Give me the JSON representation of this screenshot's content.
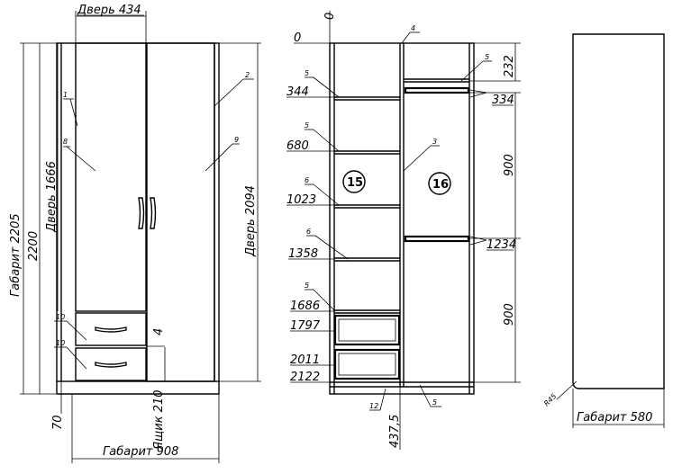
{
  "front": {
    "door_width_label": "Дверь 434",
    "overall_height_label": "Габарит 2205",
    "height_2200": "2200",
    "door_height_label": "Дверь 1666",
    "door_height_right_label": "Дверь 2094",
    "overall_width_label": "Габарит 908",
    "drawer_label": "Ящик 210",
    "gap_4": "4",
    "plinth_70": "70",
    "callouts": [
      "1",
      "2",
      "8",
      "9",
      "10",
      "10"
    ]
  },
  "side": {
    "zero_top": "0",
    "zero_left": "0",
    "left_marks": [
      "344",
      "680",
      "1023",
      "1358",
      "1686",
      "1797",
      "2011",
      "2122"
    ],
    "right_marks": [
      "232",
      "334",
      "900",
      "1234",
      "900"
    ],
    "bottom_dim": "437,5",
    "section_left": "15",
    "section_right": "16",
    "callouts": [
      "4",
      "5",
      "5",
      "3",
      "5",
      "6",
      "6",
      "5",
      "12",
      "5"
    ]
  },
  "depth": {
    "width_label": "Габарит 580",
    "radius_label": "R45"
  }
}
